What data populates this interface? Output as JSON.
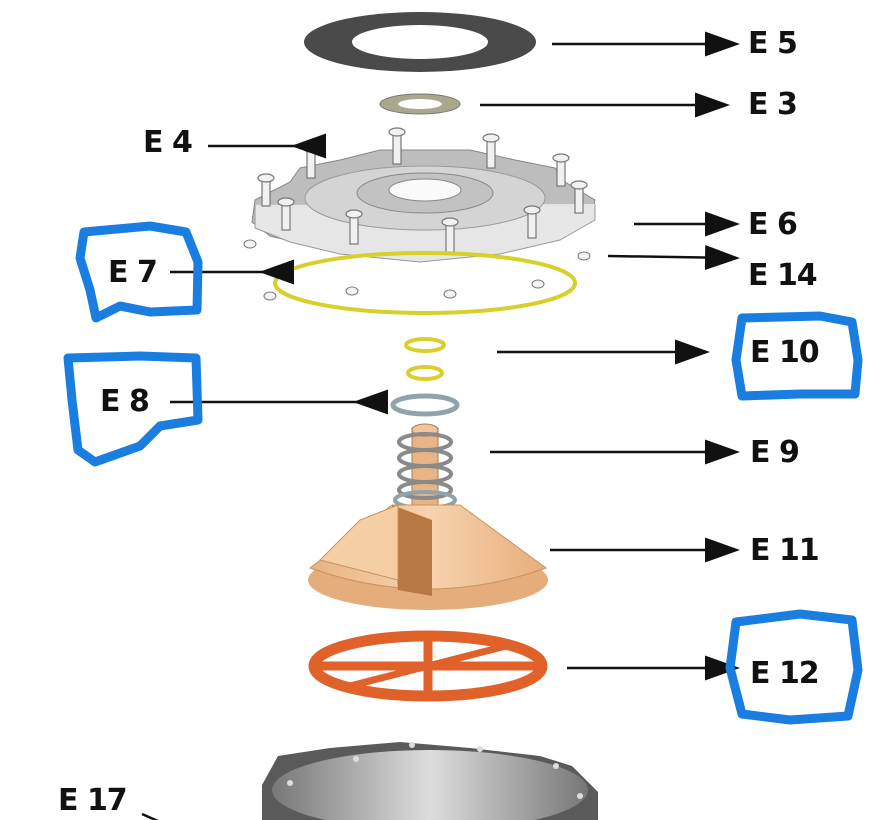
{
  "diagram": {
    "labels": {
      "e5": "E 5",
      "e3": "E 3",
      "e4": "E 4",
      "e6": "E 6",
      "e14": "E 14",
      "e7": "E 7",
      "e10": "E 10",
      "e8": "E 8",
      "e9": "E 9",
      "e11": "E 11",
      "e12": "E 12",
      "e17": "E 17"
    },
    "highlighted": [
      "E 7",
      "E 8",
      "E 10",
      "E 12"
    ],
    "colors": {
      "highlight": "#1a7ee0",
      "gasket": "#4a4a4a",
      "oring": "#d8cf2a",
      "cone": "#f3c59a",
      "diaphragm": "#e0622a"
    }
  }
}
